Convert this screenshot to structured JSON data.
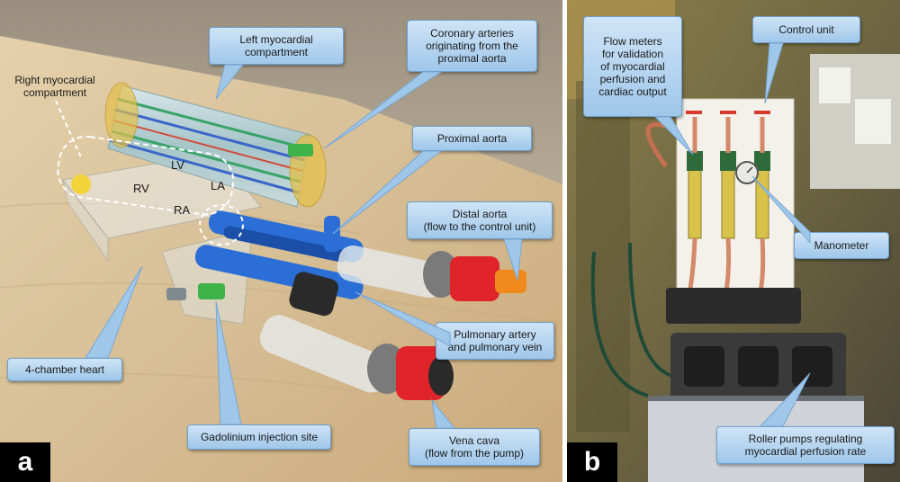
{
  "panel_a": {
    "letter": "a",
    "callouts": {
      "left_myocardial": "Left myocardial\ncompartment",
      "coronary": "Coronary arteries\noriginating from the\nproximal aorta",
      "proximal_aorta": "Proximal aorta",
      "distal_aorta": "Distal aorta\n(flow to the control unit)",
      "pulmonary": "Pulmonary artery\nand pulmonary vein",
      "four_chamber": "4-chamber heart",
      "gadolinium": "Gadolinium injection site",
      "vena_cava": "Vena cava\n(flow from the pump)"
    },
    "right_myocardial": "Right myocardial\ncompartment",
    "chambers": {
      "lv": "LV",
      "rv": "RV",
      "la": "LA",
      "ra": "RA"
    }
  },
  "panel_b": {
    "letter": "b",
    "callouts": {
      "flow_meters": "Flow meters\nfor validation\nof myocardial\nperfusion and\ncardiac output",
      "control_unit": "Control unit",
      "manometer": "Manometer",
      "roller_pumps": "Roller pumps regulating\nmyocardial perfusion rate"
    }
  },
  "colors": {
    "callout_fill": "#b9d7f0",
    "callout_border": "#6f9fcc",
    "table_wood": "#d9c39f",
    "tube_blue": "#2b6fd6",
    "cap_red": "#e0252a"
  }
}
